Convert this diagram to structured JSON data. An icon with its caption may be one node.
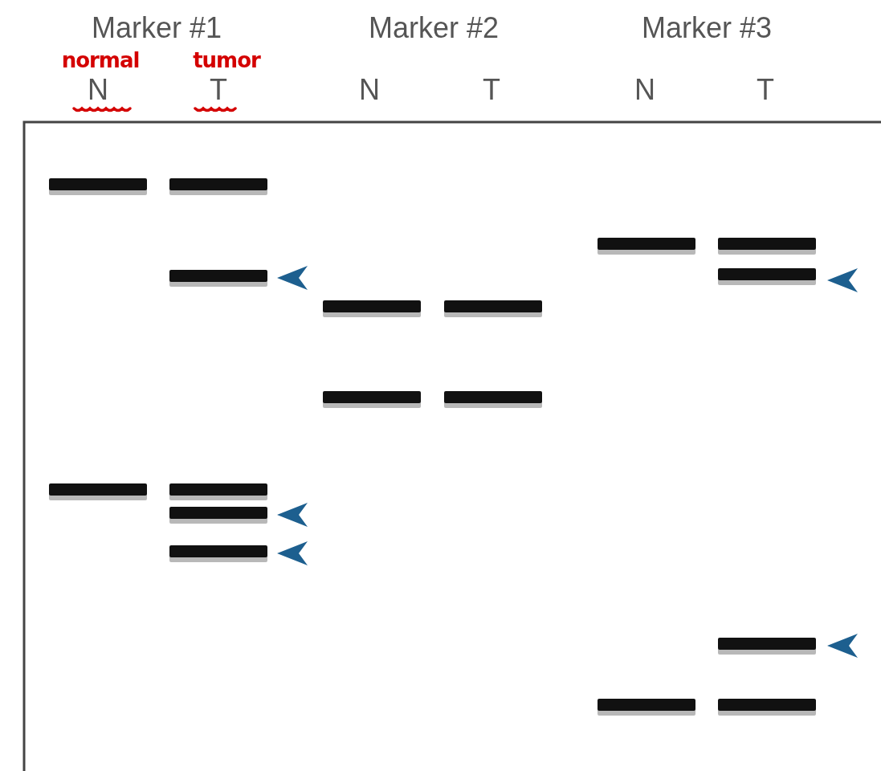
{
  "diagram": {
    "labels": [
      "Marker #1",
      "Marker #2",
      "Marker #3",
      "normal",
      "tumor",
      "N",
      "T",
      "N",
      "T",
      "N",
      "T"
    ]
  }
}
